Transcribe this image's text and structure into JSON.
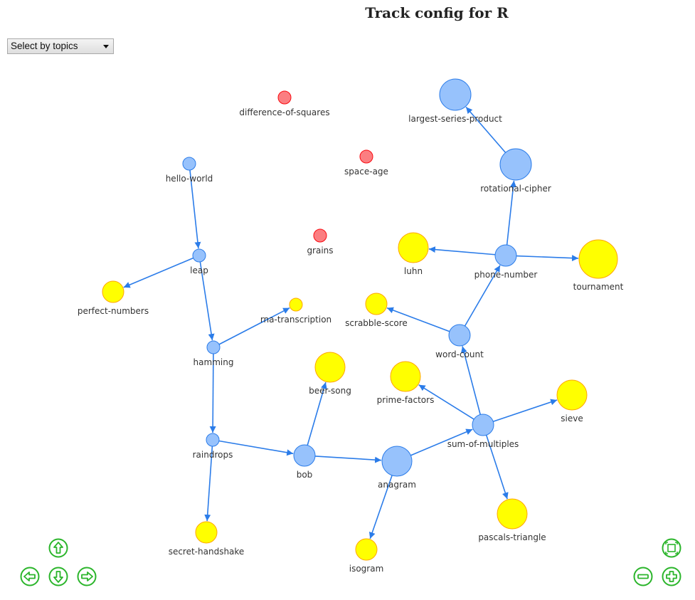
{
  "header": {
    "title": "Track config for R"
  },
  "topic_select": {
    "selected": "Select by topics"
  },
  "colors": {
    "core": "#97c2fc",
    "core_border": "#2b7ce9",
    "side": "#ffff00",
    "side_border": "#ffa500",
    "unlocked": "#fb7e81",
    "unlocked_border": "#fa0a10",
    "edge": "#2b7ce9",
    "nav_button": "#2bb52b"
  },
  "graph": {
    "nodes": [
      {
        "id": "largest-series-product",
        "label": "largest-series-product",
        "kind": "core"
      },
      {
        "id": "rotational-cipher",
        "label": "rotational-cipher",
        "kind": "core"
      },
      {
        "id": "phone-number",
        "label": "phone-number",
        "kind": "core"
      },
      {
        "id": "word-count",
        "label": "word-count",
        "kind": "core"
      },
      {
        "id": "sum-of-multiples",
        "label": "sum-of-multiples",
        "kind": "core"
      },
      {
        "id": "anagram",
        "label": "anagram",
        "kind": "core"
      },
      {
        "id": "bob",
        "label": "bob",
        "kind": "core"
      },
      {
        "id": "hello-world",
        "label": "hello-world",
        "kind": "core"
      },
      {
        "id": "leap",
        "label": "leap",
        "kind": "core"
      },
      {
        "id": "hamming",
        "label": "hamming",
        "kind": "core"
      },
      {
        "id": "raindrops",
        "label": "raindrops",
        "kind": "core"
      },
      {
        "id": "difference-of-squares",
        "label": "difference-of-squares",
        "kind": "unlocked"
      },
      {
        "id": "space-age",
        "label": "space-age",
        "kind": "unlocked"
      },
      {
        "id": "grains",
        "label": "grains",
        "kind": "unlocked"
      },
      {
        "id": "luhn",
        "label": "luhn",
        "kind": "side"
      },
      {
        "id": "tournament",
        "label": "tournament",
        "kind": "side"
      },
      {
        "id": "scrabble-score",
        "label": "scrabble-score",
        "kind": "side"
      },
      {
        "id": "prime-factors",
        "label": "prime-factors",
        "kind": "side"
      },
      {
        "id": "sieve",
        "label": "sieve",
        "kind": "side"
      },
      {
        "id": "pascals-triangle",
        "label": "pascals-triangle",
        "kind": "side"
      },
      {
        "id": "isogram",
        "label": "isogram",
        "kind": "side"
      },
      {
        "id": "beer-song",
        "label": "beer-song",
        "kind": "side"
      },
      {
        "id": "rna-transcription",
        "label": "rna-transcription",
        "kind": "side"
      },
      {
        "id": "perfect-numbers",
        "label": "perfect-numbers",
        "kind": "side"
      },
      {
        "id": "secret-handshake",
        "label": "secret-handshake",
        "kind": "side"
      }
    ],
    "edges": [
      {
        "from": "hello-world",
        "to": "leap"
      },
      {
        "from": "leap",
        "to": "perfect-numbers"
      },
      {
        "from": "leap",
        "to": "hamming"
      },
      {
        "from": "hamming",
        "to": "rna-transcription"
      },
      {
        "from": "hamming",
        "to": "raindrops"
      },
      {
        "from": "raindrops",
        "to": "secret-handshake"
      },
      {
        "from": "raindrops",
        "to": "bob"
      },
      {
        "from": "bob",
        "to": "beer-song"
      },
      {
        "from": "bob",
        "to": "anagram"
      },
      {
        "from": "anagram",
        "to": "isogram"
      },
      {
        "from": "anagram",
        "to": "sum-of-multiples"
      },
      {
        "from": "sum-of-multiples",
        "to": "prime-factors"
      },
      {
        "from": "sum-of-multiples",
        "to": "sieve"
      },
      {
        "from": "sum-of-multiples",
        "to": "pascals-triangle"
      },
      {
        "from": "sum-of-multiples",
        "to": "word-count"
      },
      {
        "from": "word-count",
        "to": "scrabble-score"
      },
      {
        "from": "word-count",
        "to": "phone-number"
      },
      {
        "from": "phone-number",
        "to": "luhn"
      },
      {
        "from": "phone-number",
        "to": "tournament"
      },
      {
        "from": "phone-number",
        "to": "rotational-cipher"
      },
      {
        "from": "rotational-cipher",
        "to": "largest-series-product"
      }
    ]
  },
  "nav_icons": {
    "up": "arrow-up-icon",
    "down": "arrow-down-icon",
    "left": "arrow-left-icon",
    "right": "arrow-right-icon",
    "zoom_in": "zoom-in-icon",
    "zoom_out": "zoom-out-icon",
    "fit": "zoom-extends-icon"
  }
}
